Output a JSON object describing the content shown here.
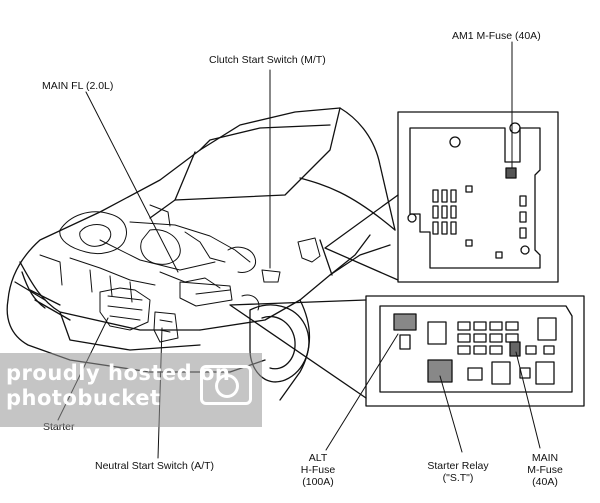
{
  "labels": {
    "clutch_start_switch": "Clutch Start Switch (M/T)",
    "am1_mfuse": "AM1 M-Fuse (40A)",
    "main_fl": "MAIN FL (2.0L)",
    "starter": "Starter",
    "neutral_start_switch": "Neutral Start Switch (A/T)",
    "alt_hfuse": [
      "ALT",
      "H-Fuse",
      "(100A)"
    ],
    "starter_relay": [
      "Starter Relay",
      "(\"S.T\")"
    ],
    "main_mfuse": [
      "MAIN",
      "M-Fuse",
      "(40A)"
    ]
  },
  "watermark": {
    "lines": [
      "proudly hosted on",
      "photobucket"
    ],
    "icon": "camera-icon"
  }
}
